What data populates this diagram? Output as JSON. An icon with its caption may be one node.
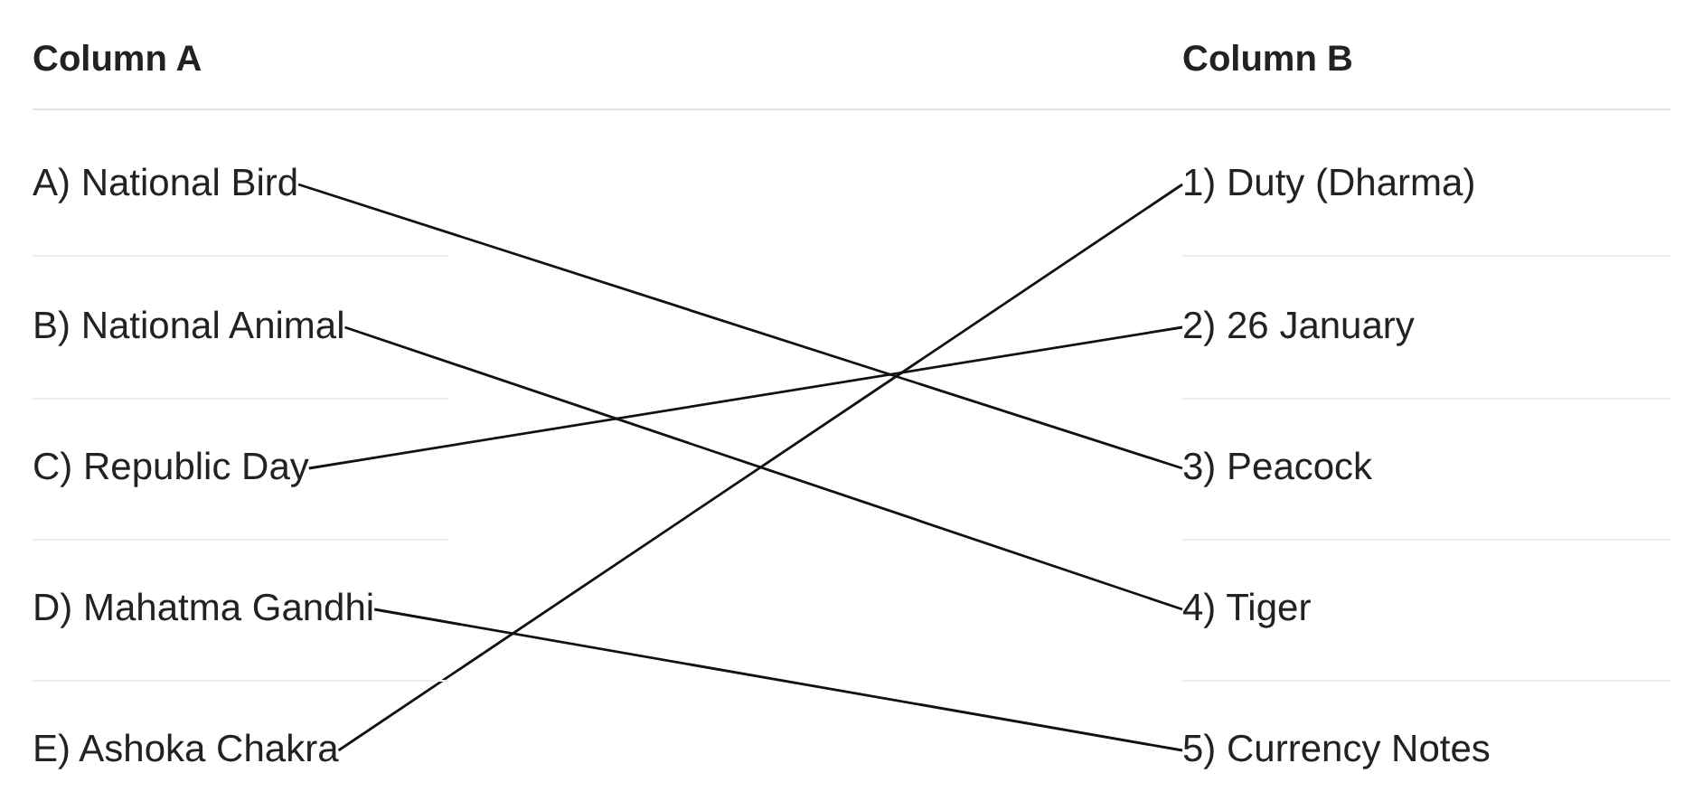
{
  "diagram": {
    "nodes": [
      {
        "text": [
          "A) National Bird"
        ]
      },
      {
        "text": [
          "B) National Animal"
        ]
      },
      {
        "text": [
          "C) Republic Day"
        ]
      },
      {
        "text": [
          "D) Mahatma Gandhi"
        ]
      },
      {
        "text": [
          "E) Ashoka Chakra"
        ]
      },
      {
        "text": [
          "1) Duty (Dharma)"
        ]
      },
      {
        "text": [
          "2) 26 January"
        ]
      },
      {
        "text": [
          "3) Peacock"
        ]
      },
      {
        "text": [
          "4) Tiger"
        ]
      },
      {
        "text": [
          "5) Currency Notes"
        ]
      }
    ],
    "edges": [
      {
        "from": 0,
        "to": 7,
        "arrow": "none"
      },
      {
        "from": 1,
        "to": 8,
        "arrow": "none"
      },
      {
        "from": 2,
        "to": 6,
        "arrow": "none"
      },
      {
        "from": 3,
        "to": 9,
        "arrow": "none"
      },
      {
        "from": 4,
        "to": 5,
        "arrow": "none"
      }
    ],
    "labels": [
      "Column A",
      "Column B"
    ]
  }
}
